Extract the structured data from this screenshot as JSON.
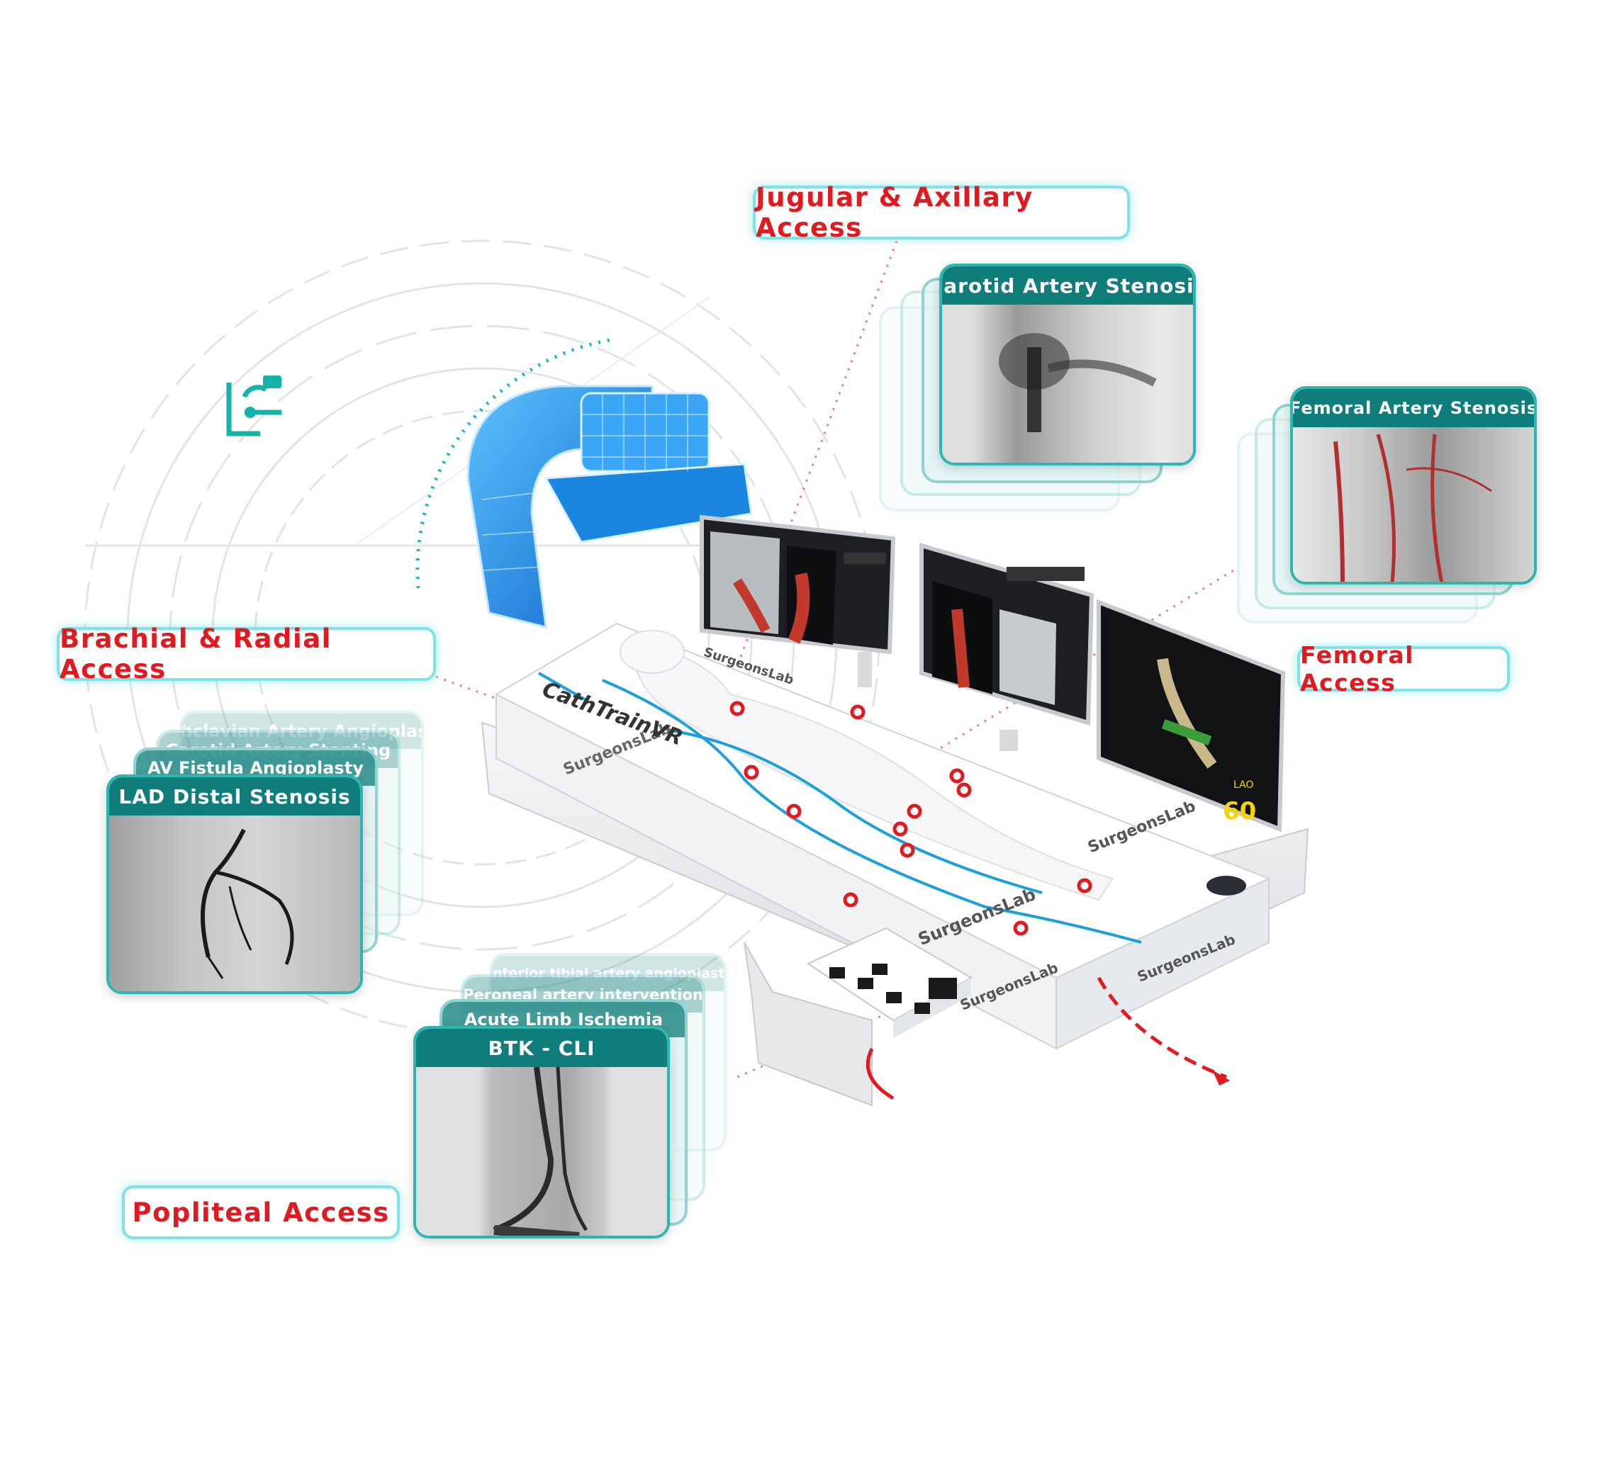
{
  "access_labels": {
    "jugular_axillary": "Jugular & Axillary Access",
    "brachial_radial": "Brachial & Radial Access",
    "femoral": "Femoral Access",
    "popliteal": "Popliteal Access"
  },
  "cards": {
    "carotid": {
      "title": "Carotid Artery Stenosis"
    },
    "femoral": {
      "title": "Femoral Artery Stenosis"
    },
    "lad_stack": [
      "Subclavian Artery Angioplasty",
      "Carotid Artery Stenting",
      "AV Fistula Angioplasty",
      "LAD Distal Stenosis"
    ],
    "btk_stack": [
      "Anterior tibial artery angioplasty",
      "Peroneal artery intervention",
      "Acute Limb Ischemia",
      "BTK - CLI"
    ]
  },
  "device": {
    "brand": "SurgeonsLab",
    "product": "CathTrainVR",
    "monitor_readout": "60",
    "monitor_tag": "LAO"
  },
  "colors": {
    "accent_red": "#e2191f",
    "teal_header": "#0f7e7a",
    "cyan_border": "#7fe3e6",
    "c_arm_blue": "#1e88e5"
  }
}
